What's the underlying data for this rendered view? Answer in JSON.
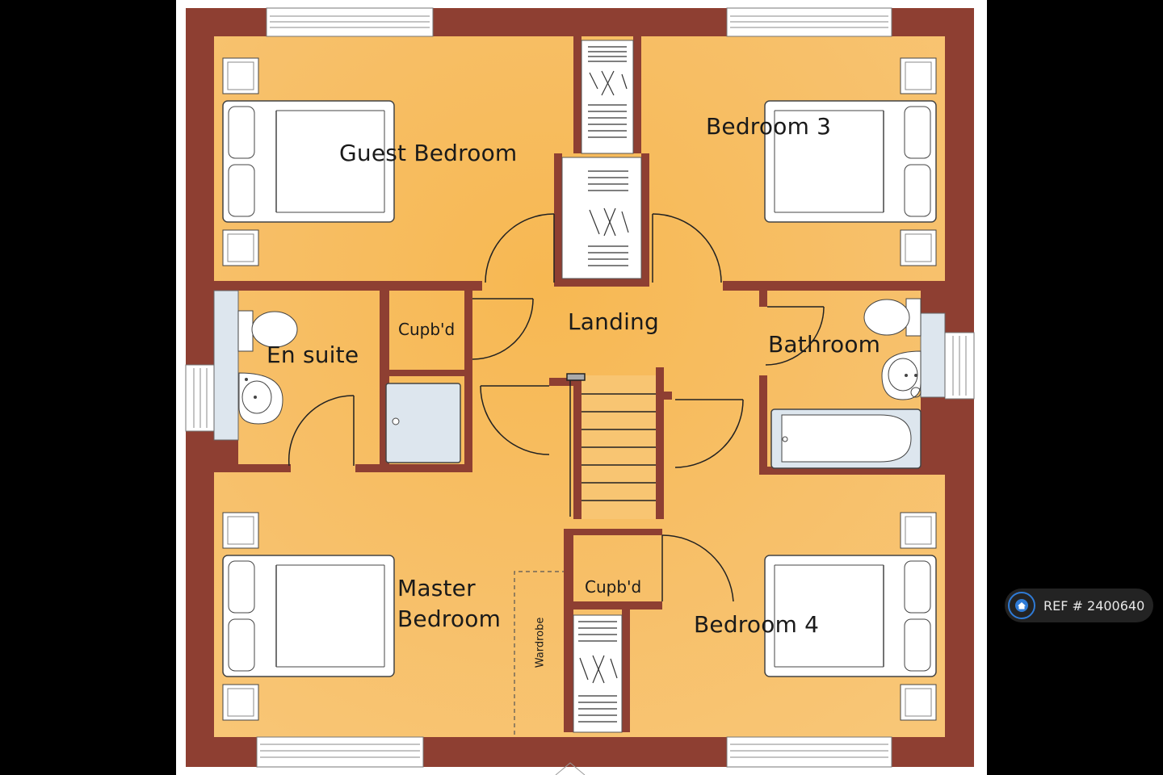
{
  "rooms": {
    "guest_bedroom": "Guest Bedroom",
    "bedroom_3": "Bedroom 3",
    "landing": "Landing",
    "cupbd_top": "Cupb'd",
    "en_suite": "En suite",
    "bathroom": "Bathroom",
    "master_line1": "Master",
    "master_line2": "Bedroom",
    "wardrobe": "Wardrobe",
    "cupbd_bottom": "Cupb'd",
    "bedroom_4": "Bedroom 4"
  },
  "badge": {
    "text": "REF # 2400640",
    "icon": "home-icon"
  },
  "colors": {
    "background": "#000000",
    "paper": "#ffffff",
    "floor": "#f6bd5f",
    "wall": "#8e3f32",
    "fixture": "#dde6ee",
    "badge_accent": "#2f7bd6"
  }
}
